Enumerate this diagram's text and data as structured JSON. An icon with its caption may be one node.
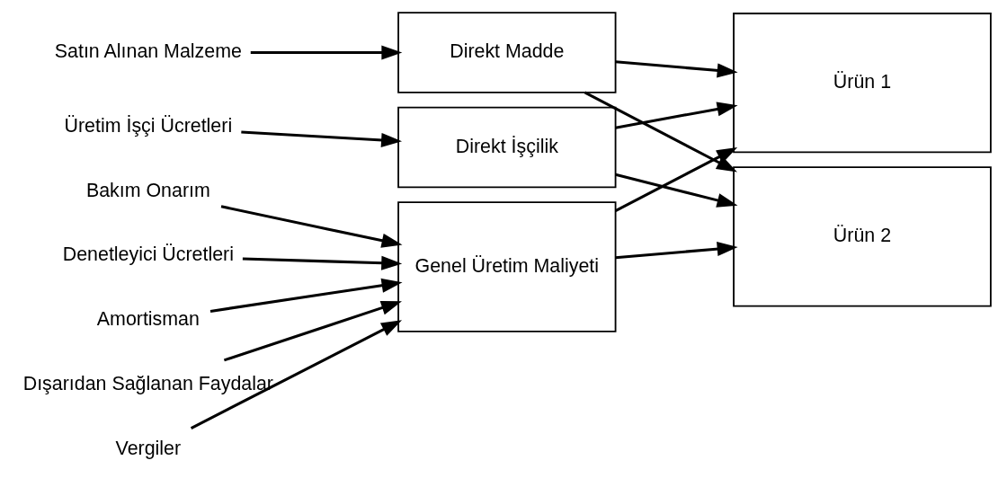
{
  "diagram": {
    "nodes": [
      {
        "text": [
          "Satın Alınan Malzeme"
        ]
      },
      {
        "text": [
          "Üretim İşçi Ücretleri"
        ]
      },
      {
        "text": [
          "Denetleyici Ücretleri"
        ]
      },
      {
        "text": [
          "Amortisman"
        ]
      },
      {
        "text": [
          "Dışarıdan Sağlanan Faydalar"
        ]
      },
      {
        "text": [
          "Vergiler"
        ]
      },
      {
        "text": [
          "Bakım Onarım"
        ]
      },
      {
        "text": [
          "Direkt Madde"
        ]
      },
      {
        "text": [
          "Direkt İşçilik"
        ]
      },
      {
        "text": [
          "Genel Üretim Maliyeti"
        ]
      },
      {
        "text": [
          "Ürün 1"
        ]
      },
      {
        "text": [
          "Ürün 2"
        ]
      }
    ],
    "edges": [
      {
        "from": 0,
        "to": 7,
        "arrow": "to"
      },
      {
        "from": 1,
        "to": 8,
        "arrow": "to"
      },
      {
        "from": 2,
        "to": 9,
        "arrow": "to"
      },
      {
        "from": 3,
        "to": 9,
        "arrow": "to"
      },
      {
        "from": 4,
        "to": 9,
        "arrow": "to"
      },
      {
        "from": 5,
        "to": 9,
        "arrow": "to"
      },
      {
        "from": 6,
        "to": 9,
        "arrow": "to"
      },
      {
        "from": 7,
        "to": 10,
        "arrow": "to"
      },
      {
        "from": 7,
        "to": 11,
        "arrow": "to"
      },
      {
        "from": 8,
        "to": 10,
        "arrow": "to"
      },
      {
        "from": 8,
        "to": 11,
        "arrow": "to"
      },
      {
        "from": 9,
        "to": 10,
        "arrow": "to"
      },
      {
        "from": 9,
        "to": 11,
        "arrow": "to"
      }
    ]
  }
}
